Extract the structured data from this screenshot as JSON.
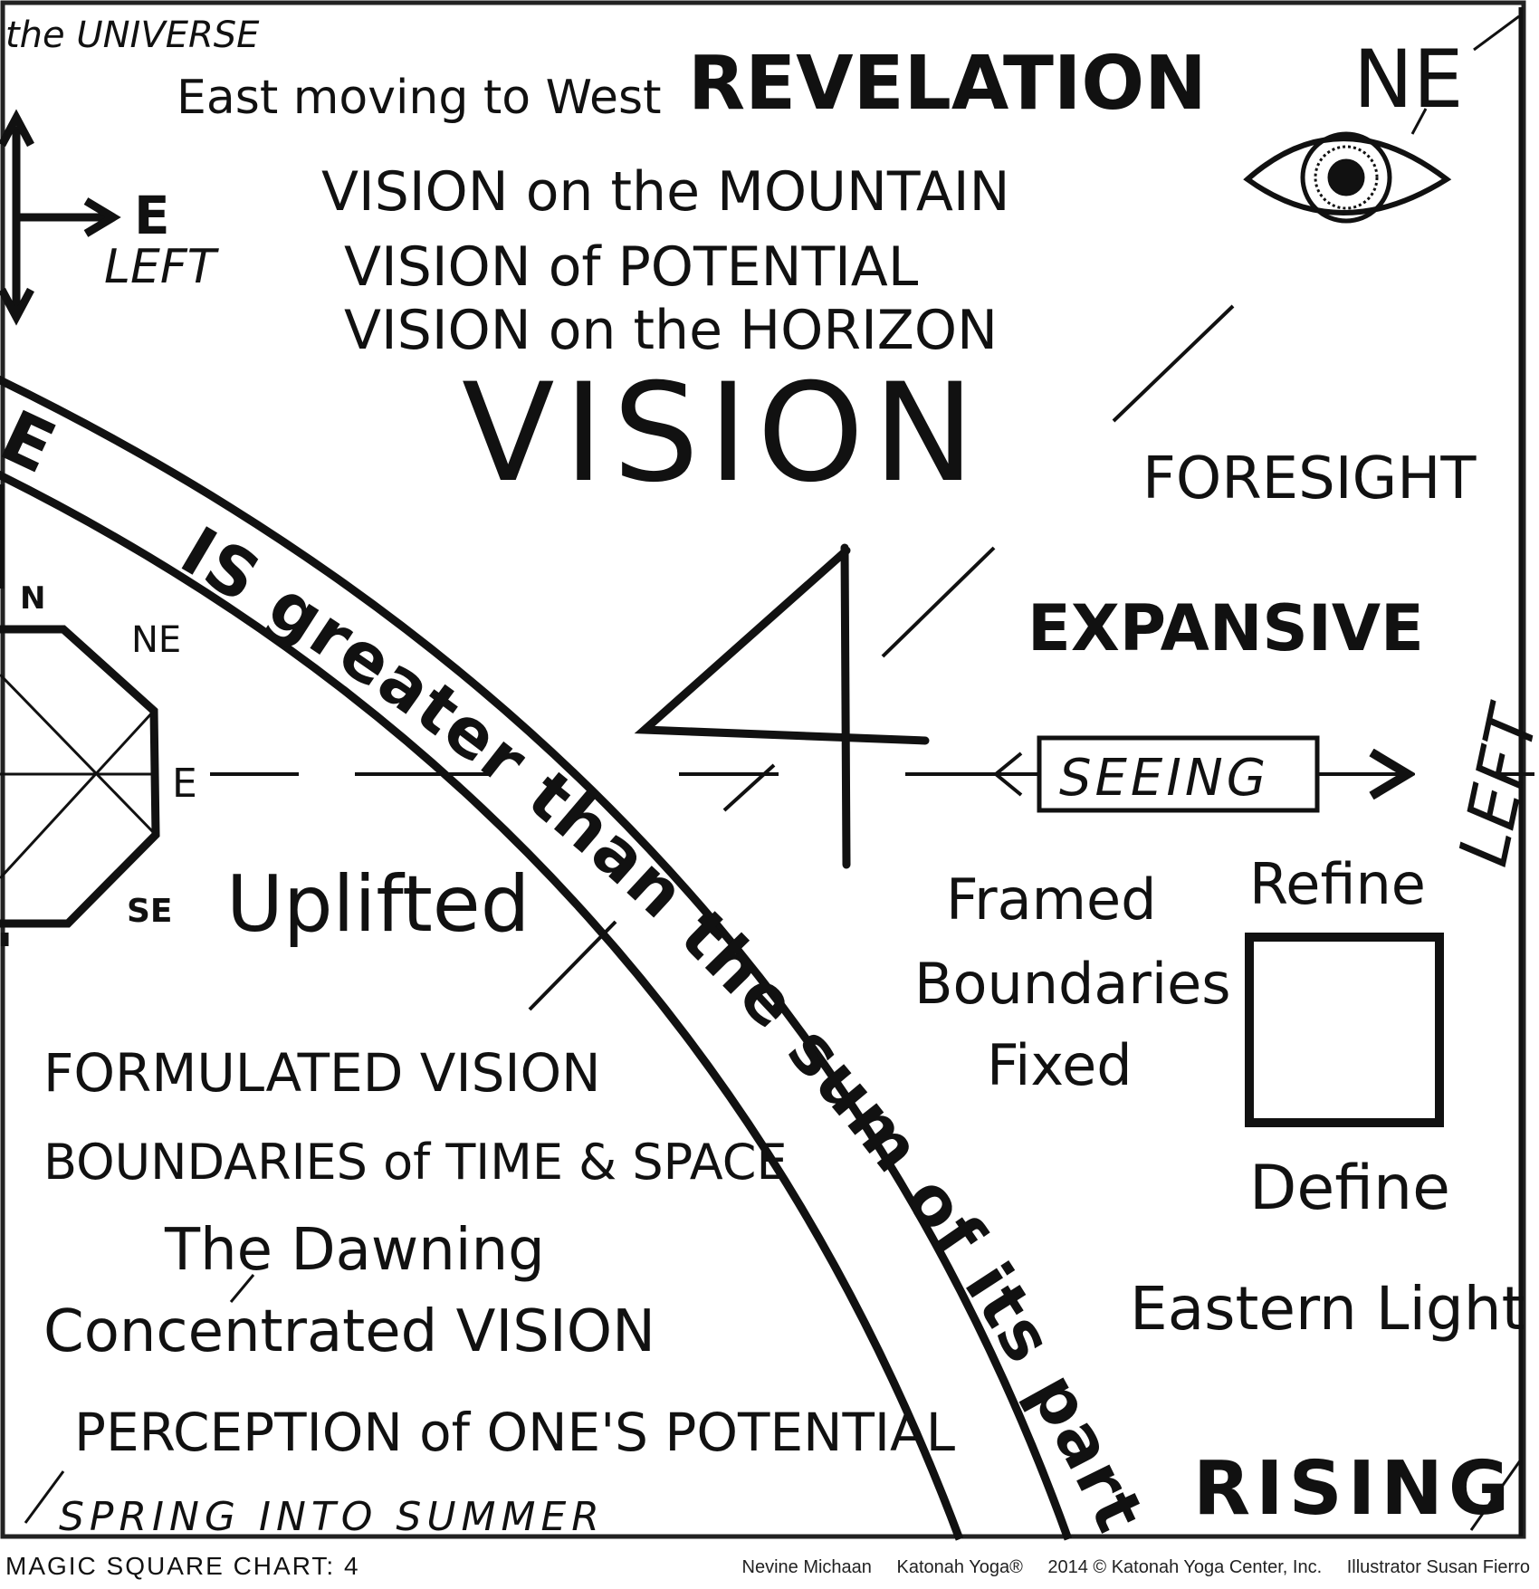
{
  "header": {
    "universe_fragment": "the UNIVERSE",
    "direction_note": "East moving to West",
    "revelation": "REVELATION",
    "corner_direction": "NE"
  },
  "compass": {
    "east_letter": "E",
    "left_word": "LEFT"
  },
  "vision_lines": [
    "VISION on the MOUNTAIN",
    "VISION of POTENTIAL",
    "VISION on the HORIZON"
  ],
  "center": {
    "vision_title": "VISION",
    "number": "4",
    "foresight": "FORESIGHT",
    "expansive": "EXPANSIVE",
    "seeing": "SEEING",
    "left_vertical": "LEFT"
  },
  "arc_band": {
    "fragment_e": "E",
    "text": "IS greater than the sum of its part"
  },
  "octagon": {
    "labels": [
      "N",
      "NE",
      "E",
      "SE"
    ]
  },
  "left_column": {
    "uplifted": "Uplifted",
    "lines": [
      "FORMULATED VISION",
      "BOUNDARIES of TIME & SPACE",
      "The Dawning",
      "Concentrated VISION",
      "PERCEPTION of ONE'S POTENTIAL"
    ],
    "season": "SPRING INTO SUMMER"
  },
  "right_column": {
    "framed_lines": [
      "Framed",
      "Boundaries",
      "Fixed"
    ],
    "refine": "Refine",
    "define": "Define",
    "eastern_light": "Eastern Light",
    "rising": "RISING"
  },
  "footer": {
    "chart_title": "MAGIC SQUARE CHART: 4",
    "credits": [
      "Nevine Michaan",
      "Katonah Yoga®",
      "2014 © Katonah Yoga Center, Inc.",
      "Illustrator Susan Fierro"
    ]
  }
}
